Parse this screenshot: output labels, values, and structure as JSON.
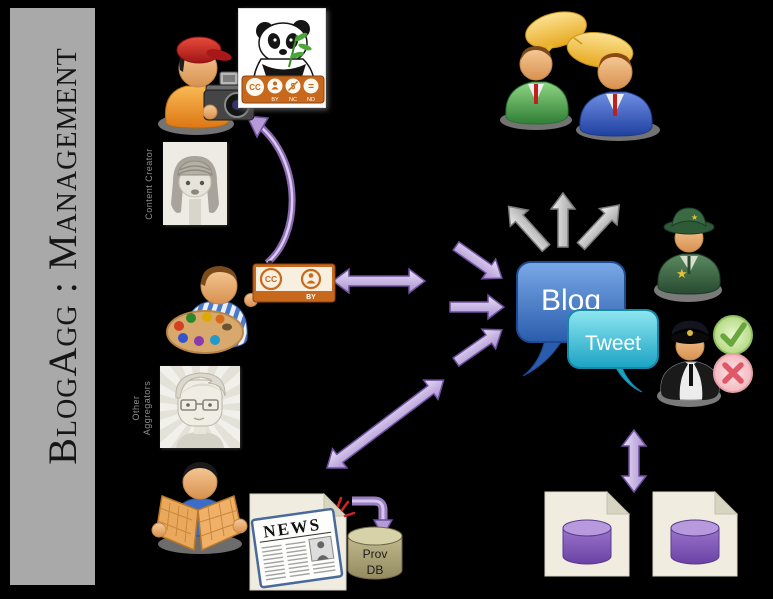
{
  "window": {
    "title": "BlogAgg : Management",
    "background": "#000000"
  },
  "sidebar": {
    "title": "BlogAgg : Management",
    "bg": "#a9a9a9",
    "text_color": "#161616"
  },
  "labels": {
    "content_creator": "Content Creator",
    "other_aggregators": [
      "Other",
      "Aggregators"
    ]
  },
  "license_panda": {
    "cc": "CC",
    "by": "BY",
    "nc": "NC",
    "nd": "ND"
  },
  "license_by": {
    "cc": "CC",
    "by": "BY"
  },
  "messages": {
    "blog": "Blog",
    "tweet": "Tweet"
  },
  "news": {
    "masthead": "NEWS"
  },
  "prov_db": {
    "line1": "Prov",
    "line2": "DB"
  },
  "icons": [
    "photographer",
    "panda-picture",
    "cc-by-nc-nd-badge",
    "content-creator-placeholder",
    "artist",
    "cc-by-badge",
    "other-aggregators-placeholder",
    "news-reader",
    "news-document",
    "prov-db-cylinder",
    "readers-discussion",
    "sheriff-moderator",
    "pilot-reviewer",
    "approve-check",
    "reject-cross",
    "blog-db-page",
    "tweet-db-page"
  ],
  "colors": {
    "arrow_purple": "#b49ad6",
    "arrow_gray": "#c9c9c9",
    "blog_blue": "#3a6fc0",
    "tweet_teal": "#35b8d2",
    "cc_orange": "#c8681c",
    "db_purple": "#8a5fc0",
    "prov_khaki": "#aaa273",
    "page_cream": "#f0ede0",
    "check_green": "#6aa63e",
    "cross_red": "#e05868",
    "suit_green": "#3a9040",
    "suit_blue": "#2848b0",
    "gold_bubble": "#eebb33"
  }
}
